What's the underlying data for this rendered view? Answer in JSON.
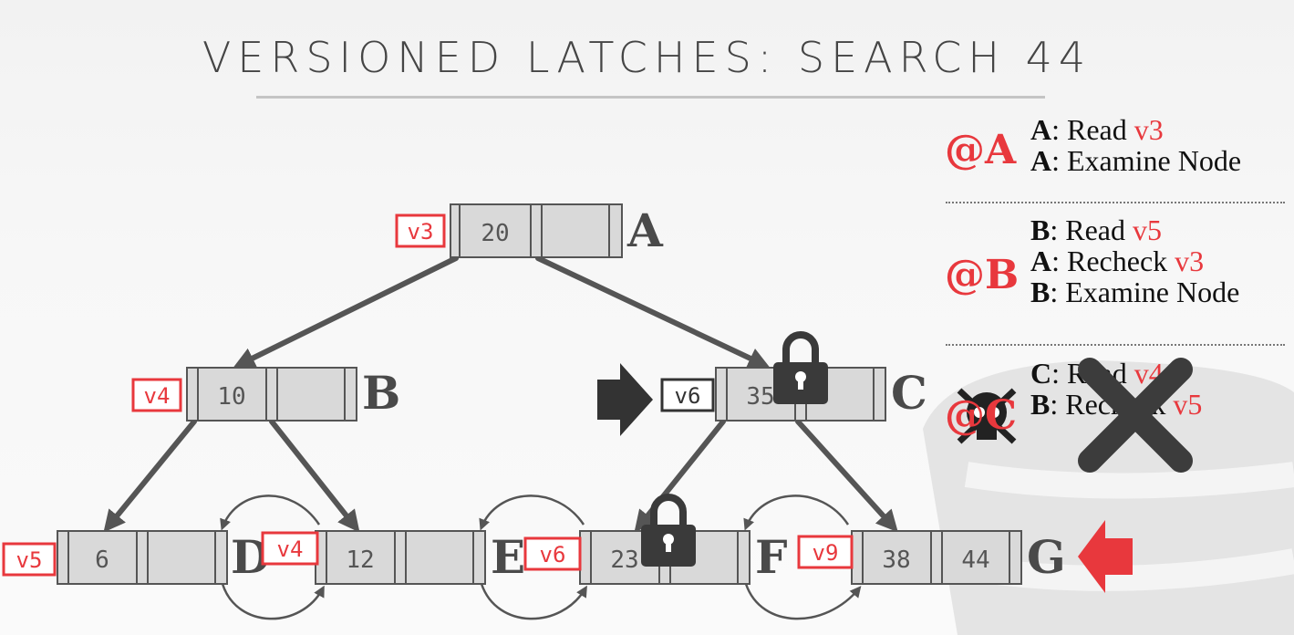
{
  "title": "VERSIONED LATCHES: SEARCH 44",
  "nodes": {
    "A": {
      "label": "A",
      "version": "v3",
      "key": "20"
    },
    "B": {
      "label": "B",
      "version": "v4",
      "key": "10"
    },
    "C": {
      "label": "C",
      "version": "v6",
      "key": "35"
    },
    "D": {
      "label": "D",
      "version": "v5",
      "key": "6"
    },
    "E": {
      "label": "E",
      "version": "v4",
      "key": "12"
    },
    "F": {
      "label": "F",
      "version": "v6",
      "key": "23"
    },
    "G": {
      "label": "G",
      "version": "v9",
      "key1": "38",
      "key2": "44"
    }
  },
  "steps": [
    {
      "marker": "@A",
      "lines": [
        {
          "node": "A",
          "sep": ": ",
          "action": "Read ",
          "version": "v3"
        },
        {
          "node": "A",
          "sep": ": ",
          "action": "Examine Node",
          "version": ""
        }
      ]
    },
    {
      "marker": "@B",
      "lines": [
        {
          "node": "B",
          "sep": ": ",
          "action": "Read ",
          "version": "v5"
        },
        {
          "node": "A",
          "sep": ": ",
          "action": "Recheck ",
          "version": "v3"
        },
        {
          "node": "B",
          "sep": ": ",
          "action": "Examine Node",
          "version": ""
        }
      ]
    },
    {
      "marker": "@C",
      "lines": [
        {
          "node": "C",
          "sep": ": ",
          "action": "Read ",
          "version": "v4"
        },
        {
          "node": "B",
          "sep": ": ",
          "action": "Recheck ",
          "version": "v5"
        }
      ]
    }
  ],
  "icons": {
    "lock": "lock-icon",
    "arrow_right": "arrow-right-icon",
    "arrow_left": "arrow-left-icon",
    "x_mark": "x-icon",
    "skull": "skull-icon",
    "database": "database-icon"
  },
  "colors": {
    "accent": "#e8383d",
    "dark": "#444444",
    "node_fill": "#d9d9d9"
  }
}
